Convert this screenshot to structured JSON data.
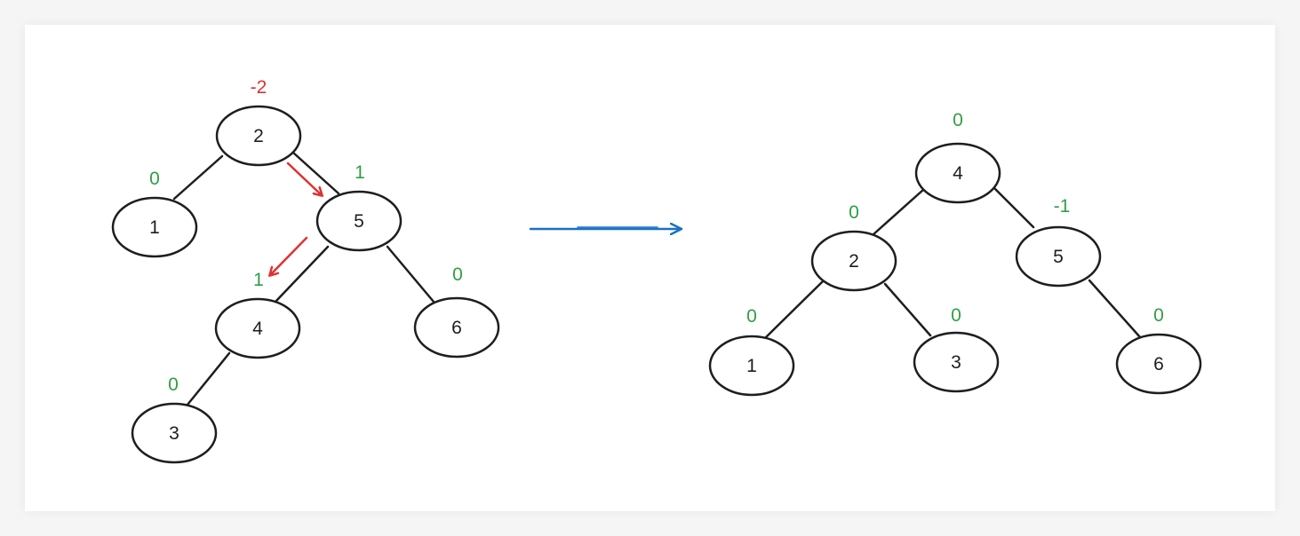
{
  "colors": {
    "stroke": "#1e1e1e",
    "balance_ok": "#2f9e44",
    "balance_bad": "#e03131",
    "rotation_arrow": "#e03131",
    "transform_arrow": "#1971c2"
  },
  "before": {
    "nodes": {
      "n2": "2",
      "n1": "1",
      "n5": "5",
      "n4": "4",
      "n6": "6",
      "n3": "3"
    },
    "balance": {
      "n2": "-2",
      "n1": "0",
      "n5": "1",
      "n4": "1",
      "n6": "0",
      "n3": "0"
    }
  },
  "after": {
    "nodes": {
      "n4": "4",
      "n2": "2",
      "n5": "5",
      "n1": "1",
      "n3": "3",
      "n6": "6"
    },
    "balance": {
      "n4": "0",
      "n2": "0",
      "n5": "-1",
      "n1": "0",
      "n3": "0",
      "n6": "0"
    }
  }
}
